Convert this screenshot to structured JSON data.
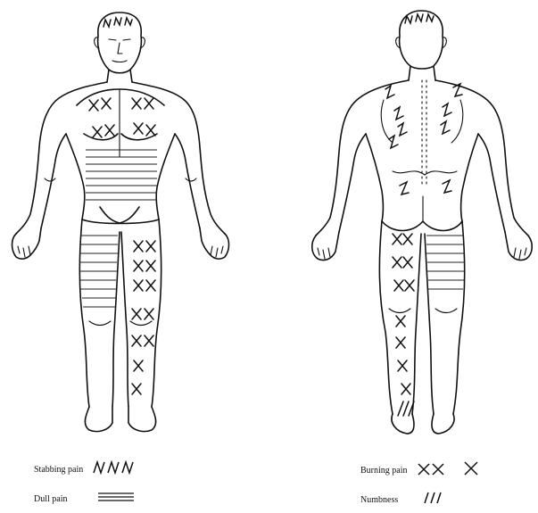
{
  "figures": {
    "front": {
      "name": "front-view"
    },
    "back": {
      "name": "back-view"
    }
  },
  "legend": {
    "stabbing": {
      "label": "Stabbing pain",
      "icon": "stabbing-pain-symbol"
    },
    "dull": {
      "label": "Dull pain",
      "icon": "dull-pain-symbol"
    },
    "burning": {
      "label": "Burning pain",
      "icon": "burning-pain-symbol"
    },
    "numbness": {
      "label": "Numbness",
      "icon": "numbness-symbol"
    }
  },
  "colors": {
    "ink": "#111111",
    "paper": "#ffffff"
  }
}
